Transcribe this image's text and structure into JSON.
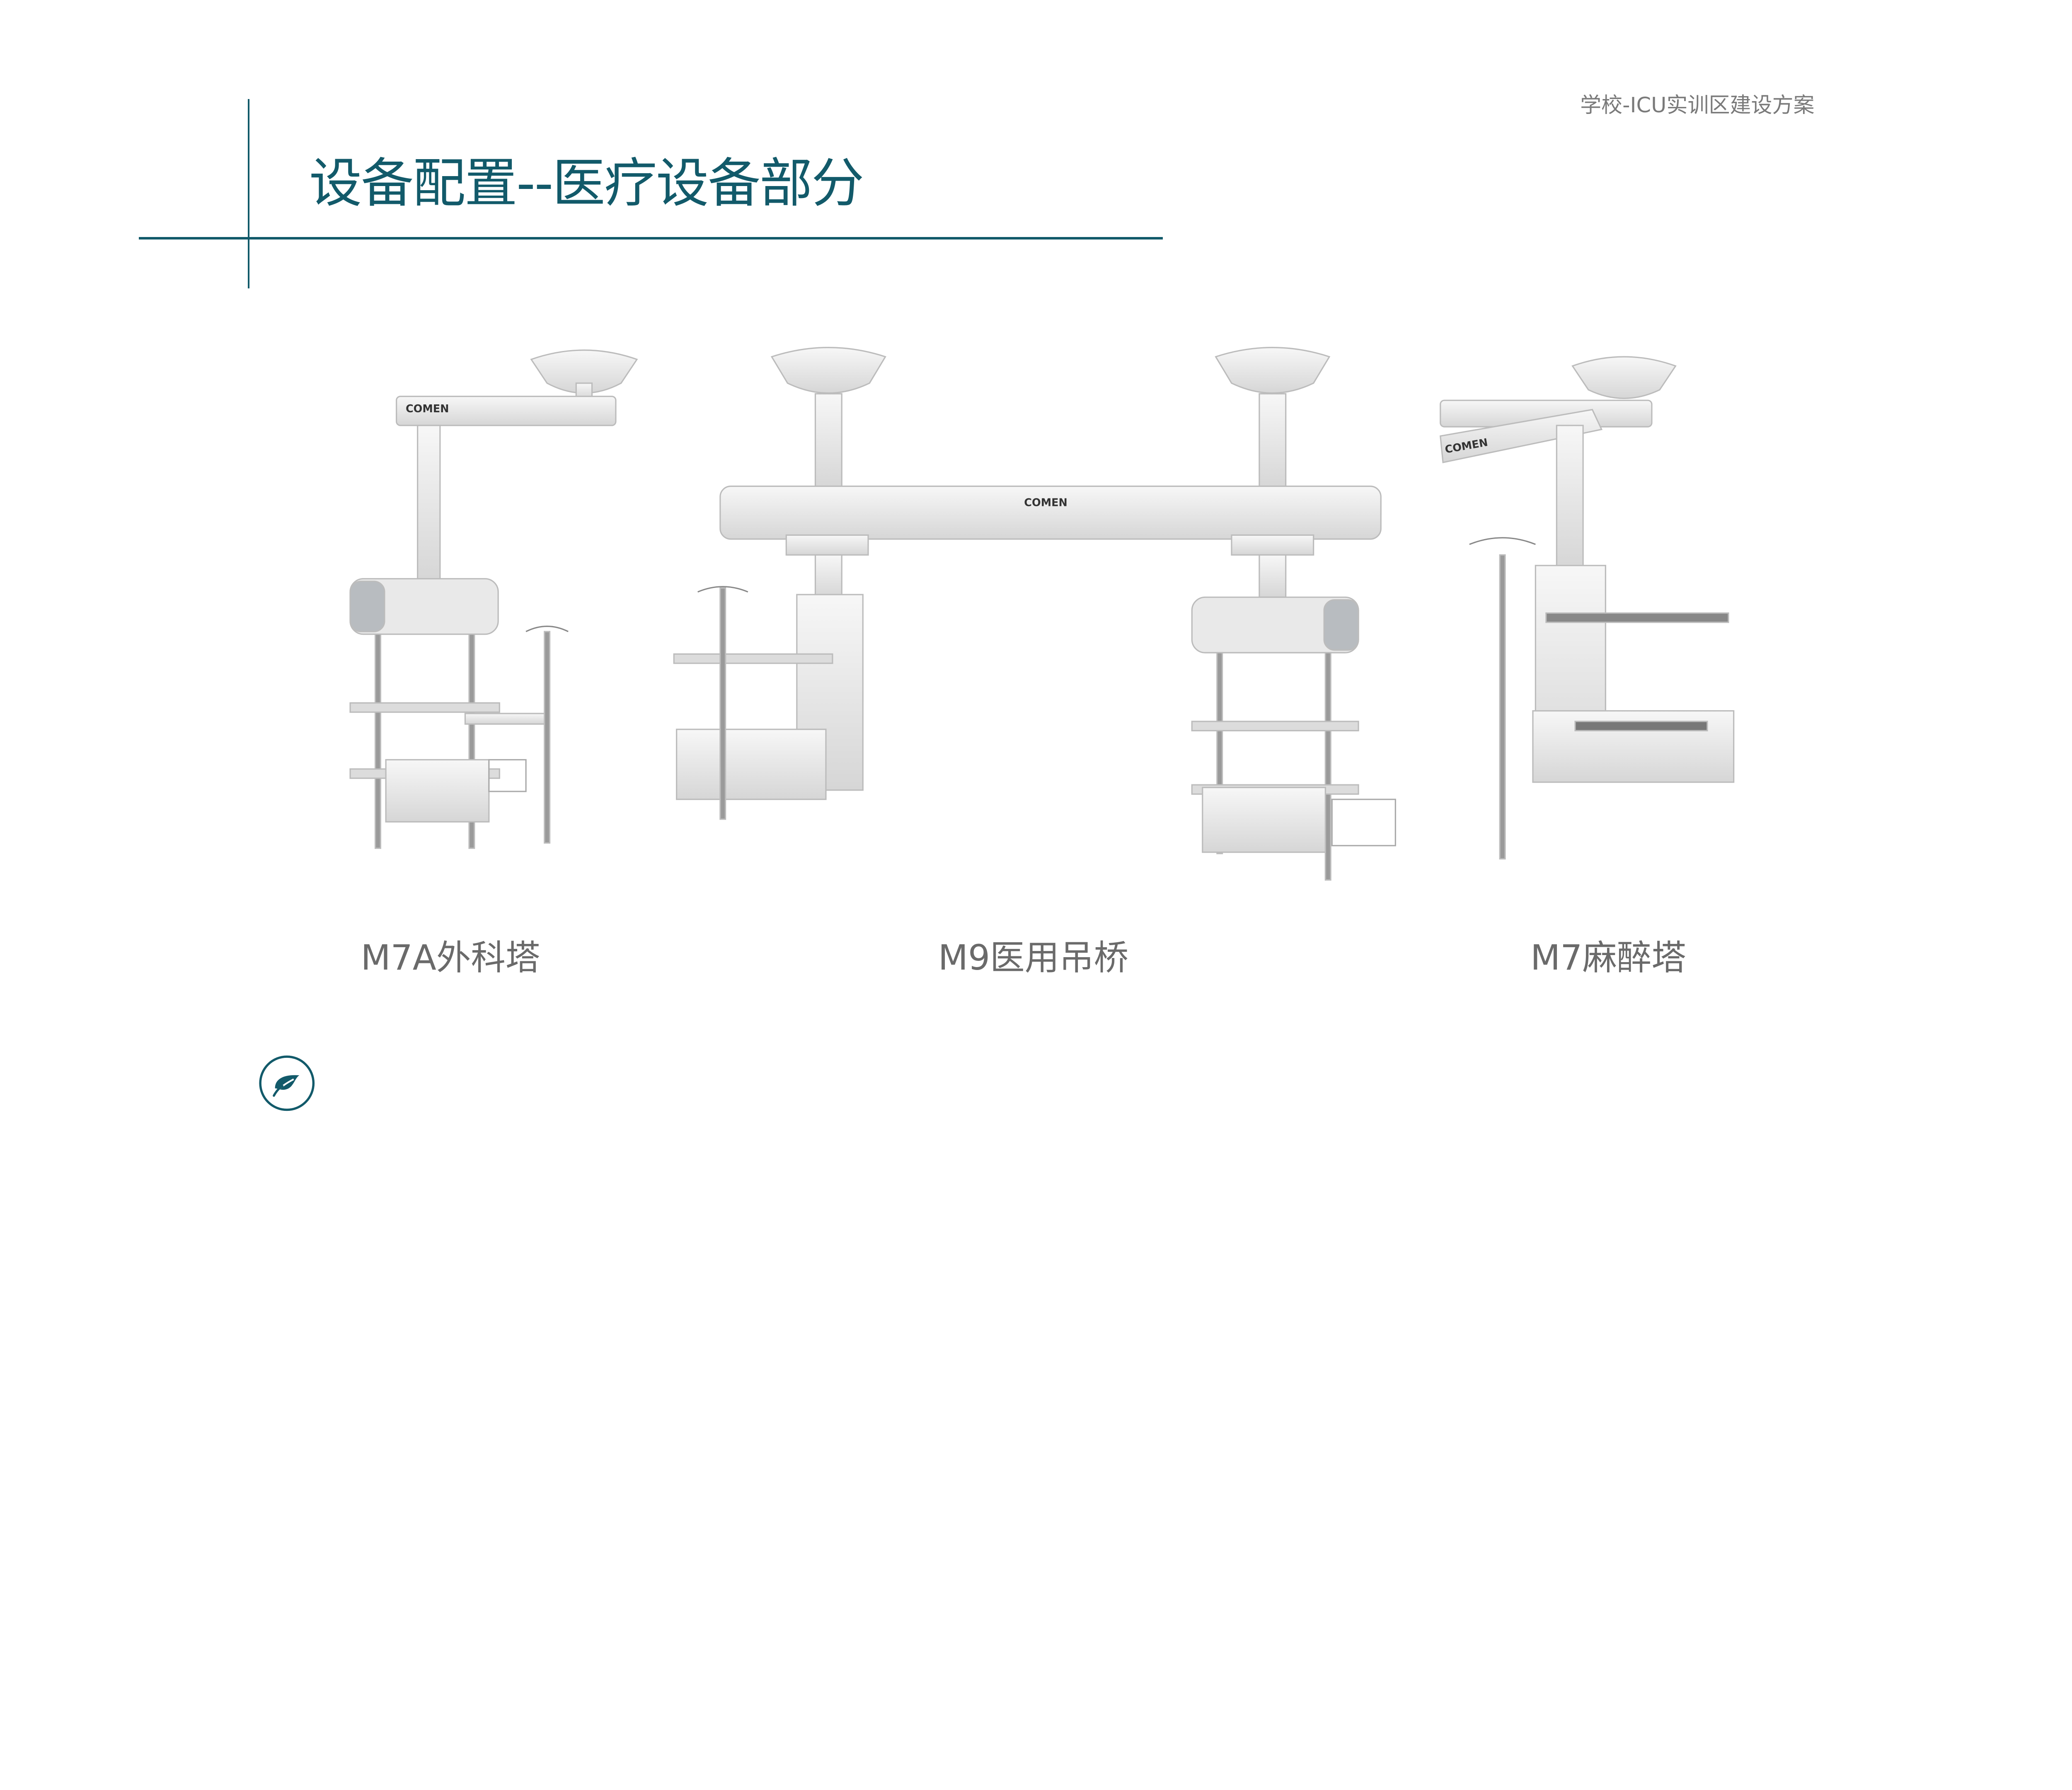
{
  "header": {
    "title": "设备配置--医疗设备部分",
    "subtitle": "学校-ICU实训区建设方案"
  },
  "products": [
    {
      "label": "M7A外科塔",
      "brand": "COMEN",
      "model": "M7A"
    },
    {
      "label": "M9医用吊桥",
      "brand": "COMEN",
      "model": "M9"
    },
    {
      "label": "M7麻醉塔",
      "brand": "COMEN",
      "model": "M7"
    }
  ],
  "footer": {
    "icon": "leaf-icon"
  },
  "colors": {
    "accent": "#125a6a",
    "text_gray": "#6a6a6a",
    "equipment": "#e6e6e6"
  }
}
